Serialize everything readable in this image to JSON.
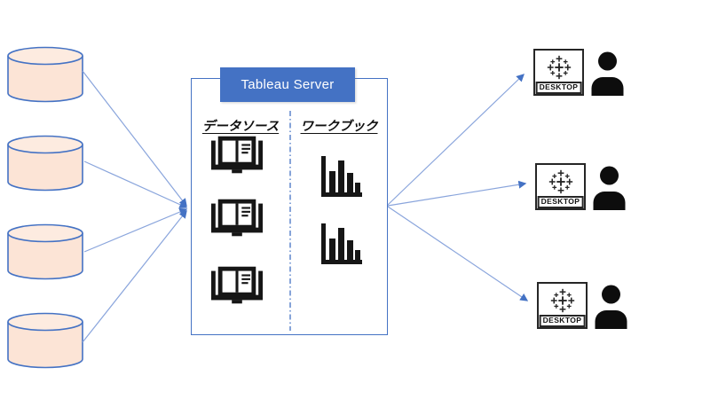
{
  "server": {
    "title": "Tableau Server",
    "columns": [
      {
        "label": "データソース",
        "icon": "open-book-icon",
        "icon_count": 3
      },
      {
        "label": "ワークブック",
        "icon": "bar-chart-icon",
        "icon_count": 2
      }
    ]
  },
  "databases": {
    "icon": "database-cylinder-icon",
    "count": 4
  },
  "clients": [
    {
      "label": "DESKTOP",
      "icons": [
        "tableau-desktop-icon",
        "user-icon"
      ]
    },
    {
      "label": "DESKTOP",
      "icons": [
        "tableau-desktop-icon",
        "user-icon"
      ]
    },
    {
      "label": "DESKTOP",
      "icons": [
        "tableau-desktop-icon",
        "user-icon"
      ]
    }
  ],
  "colors": {
    "accent_blue": "#4472C4",
    "database_fill": "#FCE4D6",
    "database_stroke": "#4472C4",
    "connector_line": "#8AA5DC",
    "icon_black": "#1A1A1A",
    "server_title_text": "#FFFFFF"
  }
}
